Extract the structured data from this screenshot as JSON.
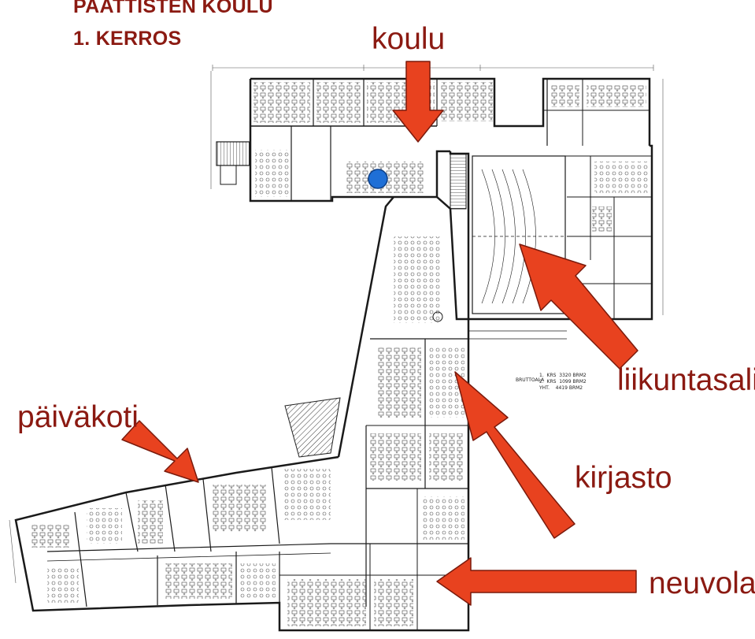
{
  "title": {
    "line1": "PAATTISTEN  KOULU",
    "line2": "1.  KERROS"
  },
  "labels": {
    "koulu": "koulu",
    "paivakoti": "päiväkoti",
    "liikuntasali": "liikuntasali",
    "kirjasto": "kirjasto",
    "neuvola": "neuvola"
  },
  "area_table": {
    "header": "BRUTTOALA",
    "rows": [
      "1.  KRS  3320 BRM2",
      "2.  KRS  1099 BRM2",
      "YHT.    4419 BRM2"
    ]
  },
  "colors": {
    "label_text": "#8b1a12",
    "arrow_fill": "#e8421f",
    "arrow_stroke": "#7a1a0c",
    "marker": "#1f6fd6",
    "plan_line": "#1a1a1a"
  },
  "icons": {
    "arrow": "arrow-icon",
    "marker": "circle-marker-icon"
  }
}
